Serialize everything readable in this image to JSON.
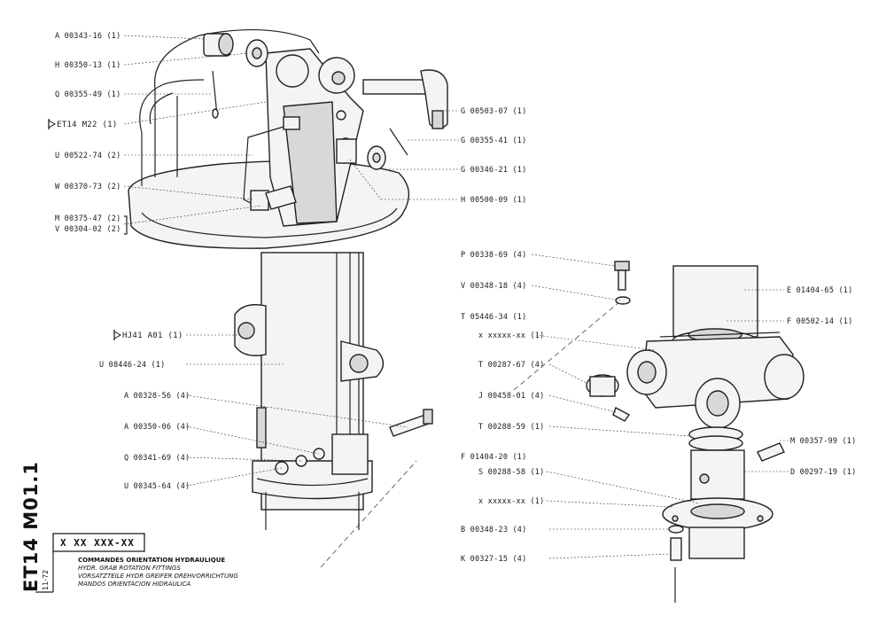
{
  "document": {
    "code": "ET14 M01.1",
    "date": "11-72",
    "reference_number": "X XX XXX-XX",
    "titles": [
      "COMMANDES ORIENTATION HYDRAULIQUE",
      "HYDR. GRAB ROTATION FITTINGS",
      "VORSATZTEILE HYDR GREIFER DREHVORRICHTUNG",
      "MANDOS ORIENTACION HIDRAULICA"
    ]
  },
  "references": {
    "et14_m22": "ET14 M22  (1)",
    "hj41_a01": "HJ41  A01   (1)"
  },
  "left_callouts": [
    "A 00343-16 (1)",
    "H 00350-13 (1)",
    "Q 00355-49 (1)",
    "U 00522-74 (2)",
    "W 00370-73 (2)",
    "M 00375-47 (2)",
    "V 00304-02 (2)",
    "U 08446-24 (1)",
    "A 00328-56 (4)",
    "A 00350-06 (4)",
    "Q 00341-69 (4)",
    "U 00345-64 (4)"
  ],
  "upper_right_callouts": [
    "G 00503-07 (1)",
    "G 00355-41 (1)",
    "G 00346-21 (1)",
    "H 00500-09 (1)"
  ],
  "right_left_callouts": [
    "P 00338-69 (4)",
    "V 00348-18 (4)",
    "T 05446-34 (1)",
    "x xxxxx-xx (1)",
    "T 00287-67 (4)",
    "J 00458-01 (4)",
    "T 00288-59 (1)",
    "F 01404-20 (1)",
    "S 00288-58 (1)",
    "x xxxxx-xx (1)",
    "B 00348-23 (4)",
    "K 00327-15 (4)"
  ],
  "right_right_callouts": [
    "E 01404-65 (1)",
    "F 00502-14 (1)",
    "M 00357-99 (1)",
    "D 00297-19 (1)"
  ]
}
